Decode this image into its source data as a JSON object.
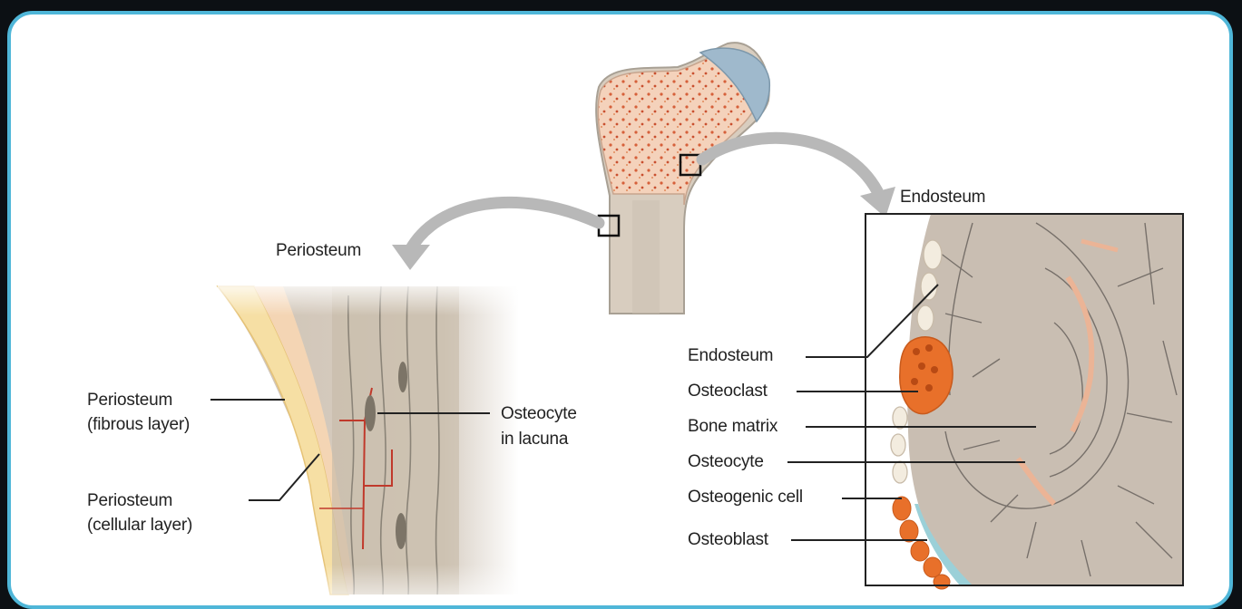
{
  "labels": {
    "periosteum_title": "Periosteum",
    "endosteum_title": "Endosteum",
    "periosteum_fibrous_line1": "Periosteum",
    "periosteum_fibrous_line2": "(fibrous layer)",
    "periosteum_cellular_line1": "Periosteum",
    "periosteum_cellular_line2": "(cellular layer)",
    "osteocyte_lacuna_line1": "Osteocyte",
    "osteocyte_lacuna_line2": "in lacuna",
    "endosteum": "Endosteum",
    "osteoclast": "Osteoclast",
    "bone_matrix": "Bone matrix",
    "osteocyte": "Osteocyte",
    "osteogenic_cell": "Osteogenic cell",
    "osteoblast": "Osteoblast"
  },
  "colors": {
    "frame_border": "#4fb6d8",
    "spongy_bone": "#f2c9b0",
    "compact_bone": "#d9cfc2",
    "cartilage": "#9fb7c9",
    "bone_matrix": "#c9beb2",
    "cell_orange": "#e8702a",
    "fibrous_yellow": "#f2d98a",
    "arrow_gray": "#b8b8b8"
  }
}
